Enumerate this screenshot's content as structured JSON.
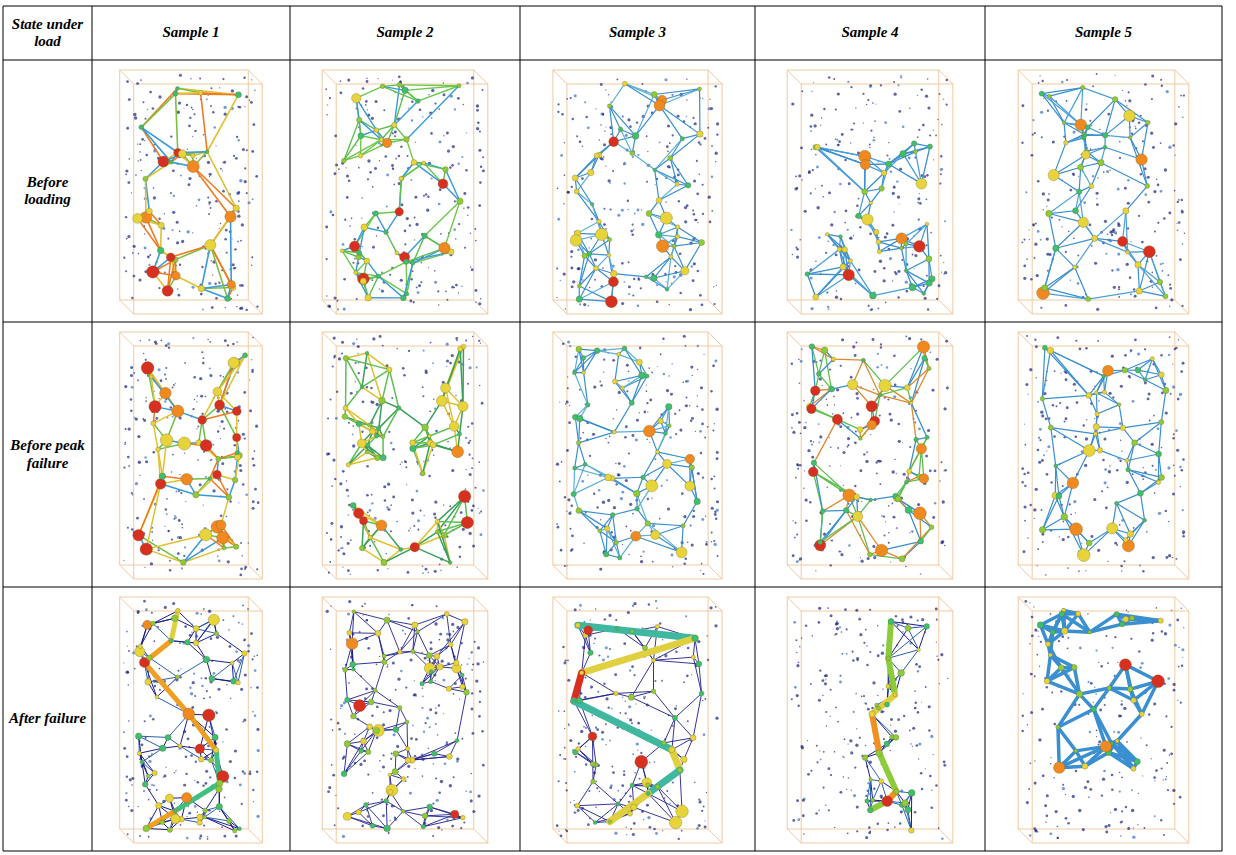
{
  "diagram": {
    "labels": [
      "State under load",
      "Sample 1",
      "Sample 2",
      "Sample 3",
      "Sample 4",
      "Sample 5",
      "Before loading",
      "Before peak failure",
      "After failure"
    ]
  }
}
